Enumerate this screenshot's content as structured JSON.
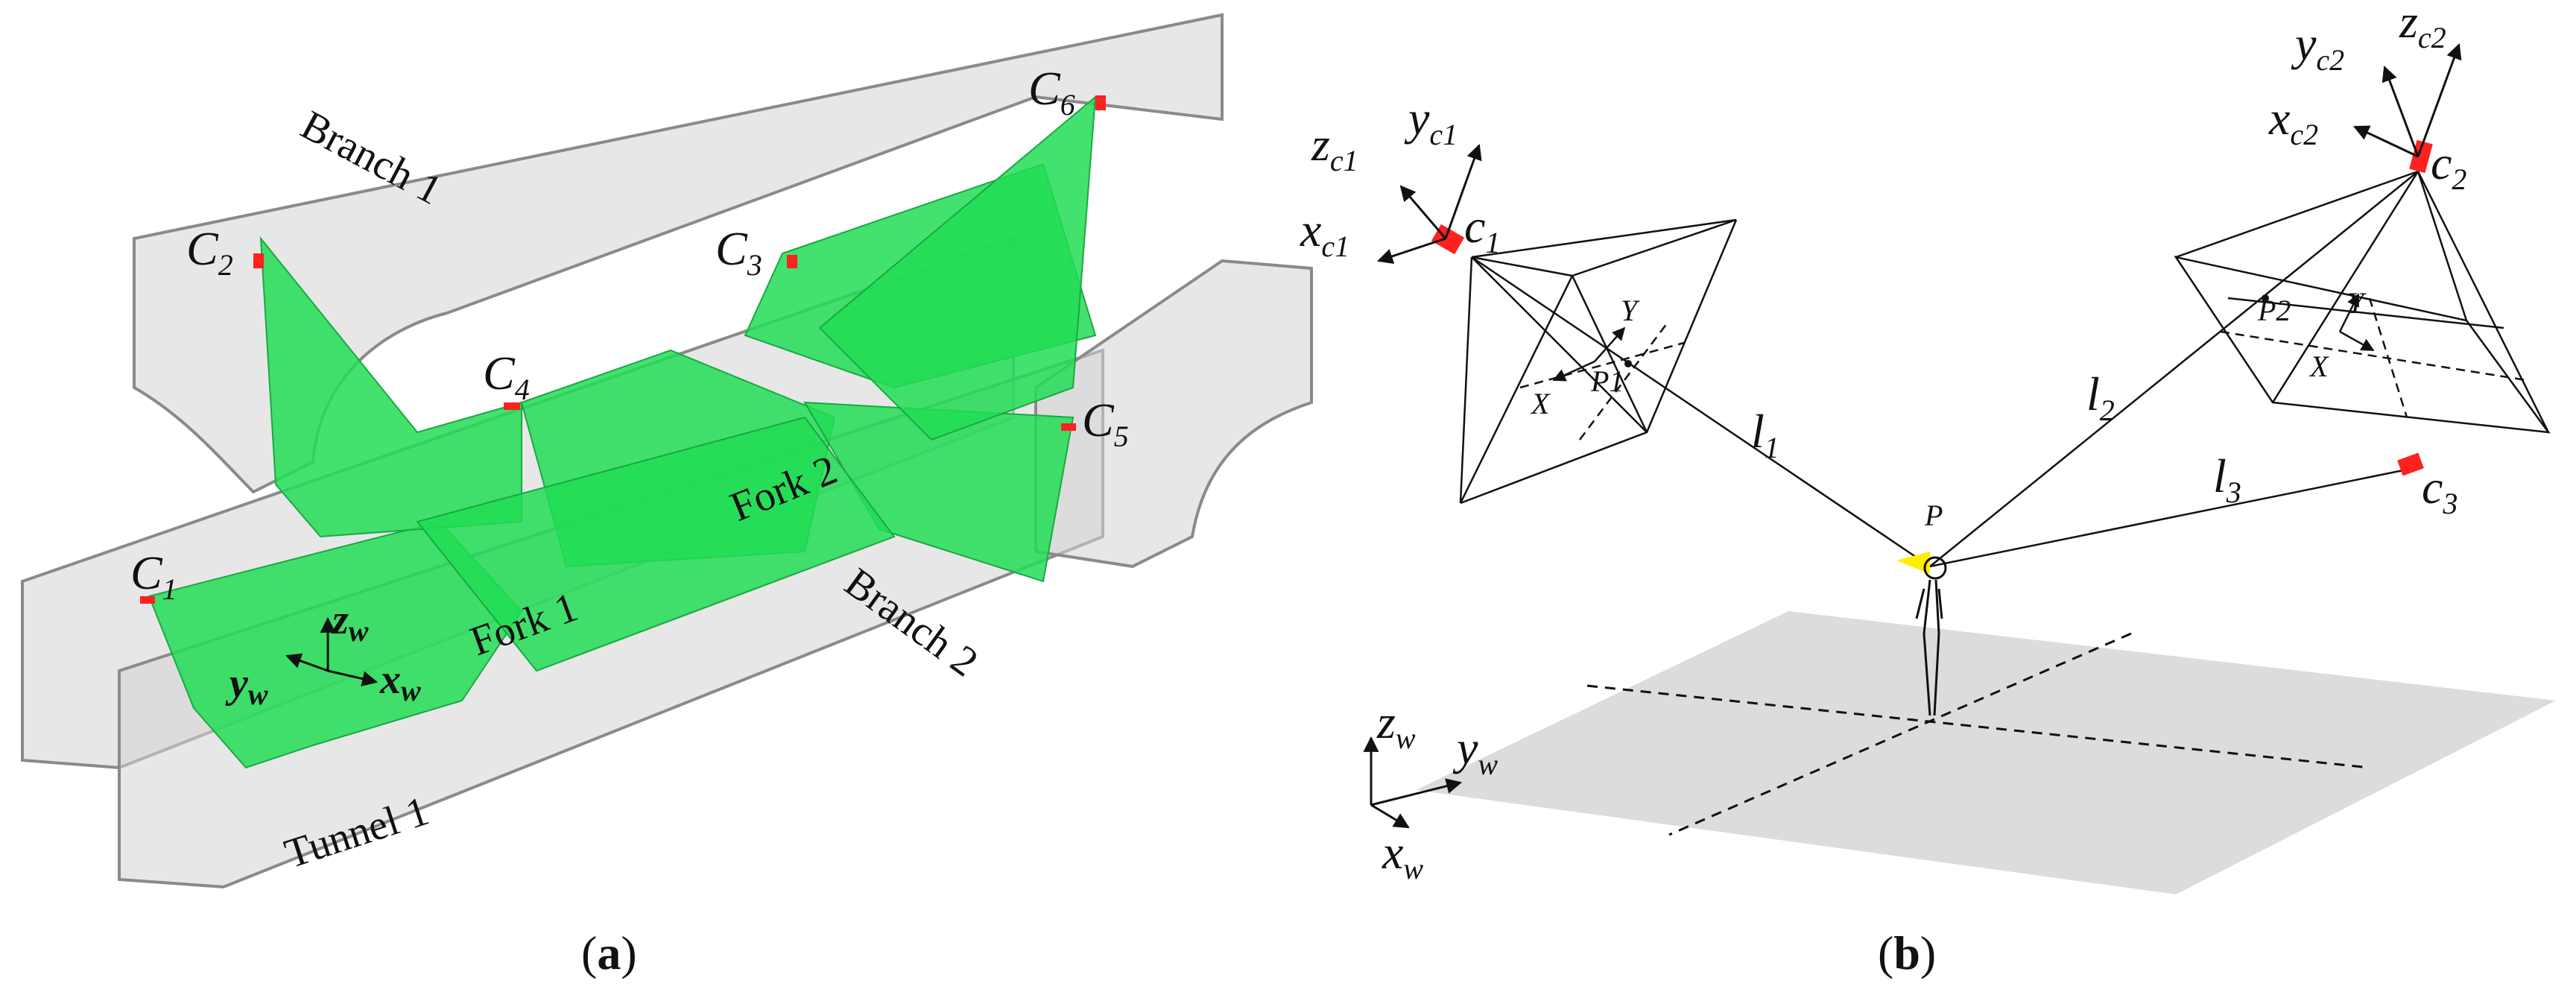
{
  "panel_a": {
    "caption_open": "(",
    "caption_letter": "a",
    "caption_close": ")",
    "branch1": "Branch 1",
    "branch2": "Branch 2",
    "tunnel1": "Tunnel 1",
    "fork1": "Fork 1",
    "fork2": "Fork 2",
    "cameras": [
      {
        "letter": "C",
        "index": "1"
      },
      {
        "letter": "C",
        "index": "2"
      },
      {
        "letter": "C",
        "index": "3"
      },
      {
        "letter": "C",
        "index": "4"
      },
      {
        "letter": "C",
        "index": "5"
      },
      {
        "letter": "C",
        "index": "6"
      }
    ],
    "axes": {
      "z": "z",
      "y": "y",
      "x": "x",
      "sub": "w"
    }
  },
  "panel_b": {
    "caption_open": "(",
    "caption_letter": "b",
    "caption_close": ")",
    "cam1": {
      "label": "c",
      "index": "1",
      "x": "x",
      "y": "y",
      "z": "z",
      "axsub": "c1"
    },
    "cam2": {
      "label": "c",
      "index": "2",
      "x": "x",
      "y": "y",
      "z": "z",
      "axsub": "c2"
    },
    "cam3": {
      "label": "c",
      "index": "3"
    },
    "lines": [
      {
        "letter": "l",
        "index": "1"
      },
      {
        "letter": "l",
        "index": "2"
      },
      {
        "letter": "l",
        "index": "3"
      }
    ],
    "p": "P",
    "p1": "P1",
    "p2": "P2",
    "img_x": "X",
    "img_y": "Y",
    "world": {
      "z": "z",
      "y": "y",
      "x": "x",
      "sub": "w"
    }
  },
  "colors": {
    "green": "#22dd55",
    "red": "#ff2020",
    "yellow": "#ffee00",
    "floor": "#dcdcdc"
  }
}
